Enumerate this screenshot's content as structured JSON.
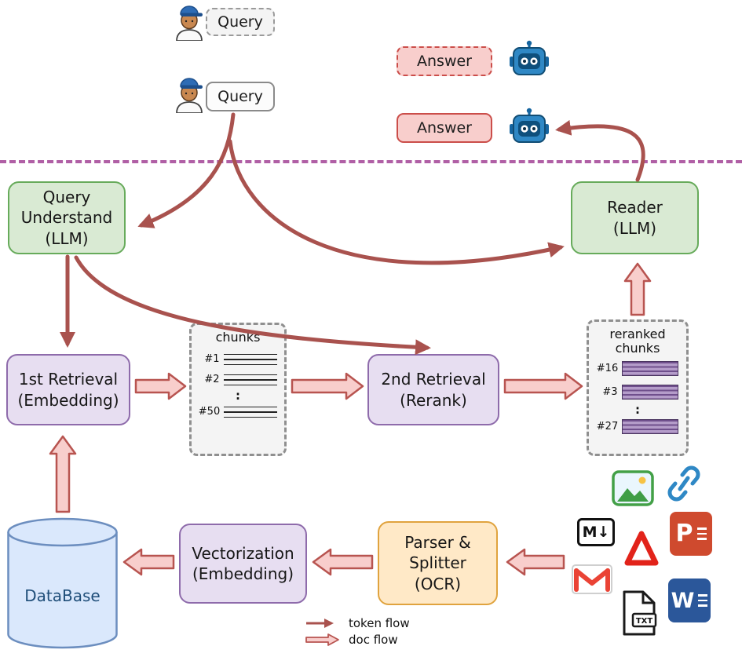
{
  "colors": {
    "token_flow": "#a9524e",
    "doc_flow_fill": "#f8cecc",
    "doc_flow_border": "#b85450",
    "llm_node_fill": "#d9ead3",
    "llm_node_border": "#67ab5b",
    "retrieval_node_fill": "#e7def1",
    "retrieval_node_border": "#8e6bab",
    "parser_node_fill": "#ffe9c7",
    "parser_node_border": "#e0a33e",
    "database_fill": "#dae8fc",
    "database_border": "#6c8ebf",
    "answer_fill": "#f8cecc",
    "answer_border": "#cb4e4a",
    "separator": "#b05fa5"
  },
  "top": {
    "query_dashed_label": "Query",
    "query_solid_label": "Query",
    "answer_dashed_label": "Answer",
    "answer_solid_label": "Answer"
  },
  "nodes": {
    "query_understand": {
      "line1": "Query",
      "line2": "Understand",
      "line3": "(LLM)"
    },
    "reader": {
      "line1": "Reader",
      "line2": "(LLM)"
    },
    "first_retrieval": {
      "line1": "1st Retrieval",
      "line2": "(Embedding)"
    },
    "second_retrieval": {
      "line1": "2nd Retrieval",
      "line2": "(Rerank)"
    },
    "vectorization": {
      "line1": "Vectorization",
      "line2": "(Embedding)"
    },
    "parser_splitter": {
      "line1": "Parser &",
      "line2": "Splitter",
      "line3": "(OCR)"
    },
    "database": {
      "label": "DataBase"
    }
  },
  "chunks_panel": {
    "title": "chunks",
    "item1": "#1",
    "item2": "#2",
    "ellipsis": ":",
    "item3": "#50"
  },
  "reranked_panel": {
    "title_line1": "reranked",
    "title_line2": "chunks",
    "item1": "#16",
    "item2": "#3",
    "ellipsis": ":",
    "item3": "#27"
  },
  "source_icons": {
    "image": "image-icon",
    "link": "link-icon",
    "markdown_label": "M↓",
    "pdf": "pdf-icon",
    "powerpoint_label": "P",
    "gmail": "gmail-icon",
    "txt_label": "TXT",
    "word_label": "W"
  },
  "legend": {
    "token_flow_label": "token flow",
    "doc_flow_label": "doc flow"
  }
}
